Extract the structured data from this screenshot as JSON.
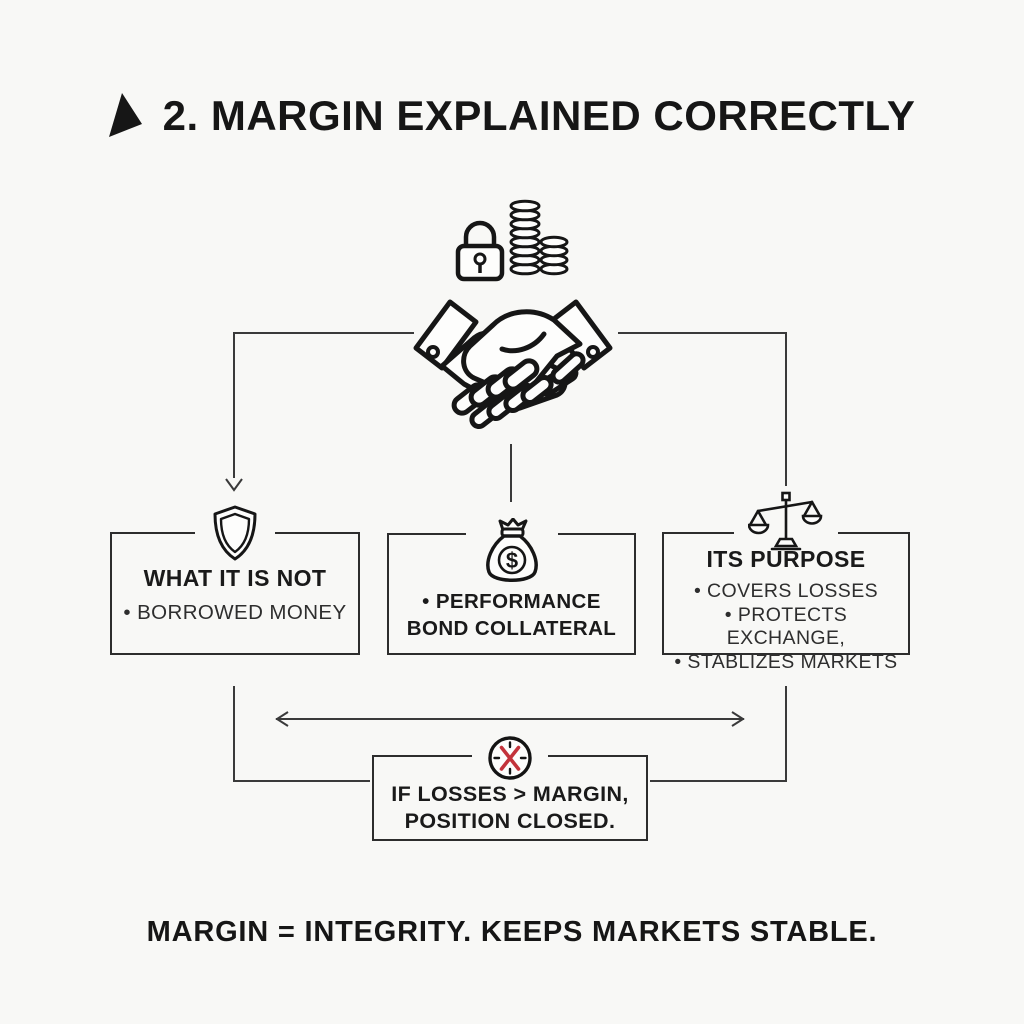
{
  "colors": {
    "background": "#f8f8f6",
    "ink": "#1b1b1b",
    "connector_line": "#3a3a3a",
    "box_border": "#2d2d2d",
    "x_mark_red": "#c3333b"
  },
  "title": {
    "icon": "triangle-icon",
    "text": "2. MARGIN EXPLAINED CORRECTLY"
  },
  "top_icons": {
    "padlock": "padlock-icon",
    "coins": "coin-stacks-icon",
    "handshake": "handshake-icon"
  },
  "nodes": {
    "left": {
      "icon": "shield-icon",
      "title": "WHAT IT IS NOT",
      "bullets": [
        "• BORROWED MONEY"
      ]
    },
    "middle": {
      "icon": "money-bag-icon",
      "money_symbol": "$",
      "bullets": [
        "• PERFORMANCE BOND COLLATERAL"
      ]
    },
    "right": {
      "icon": "scales-icon",
      "title": "ITS PURPOSE",
      "bullets": [
        "• COVERS LOSSES",
        "• PROTECTS EXCHANGE,",
        "• STABLIZES MARKETS"
      ]
    }
  },
  "outcome": {
    "icon": "x-circle-icon",
    "line1": "IF LOSSES > MARGIN,",
    "line2": "POSITION CLOSED."
  },
  "footer": {
    "text": "MARGIN = INTEGRITY. KEEPS MARKETS STABLE."
  }
}
